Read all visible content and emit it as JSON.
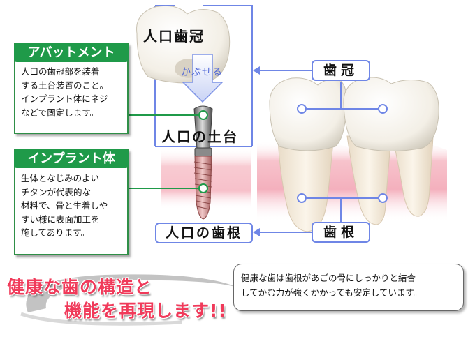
{
  "labels": {
    "artificial_crown": "人口歯冠",
    "kabuseru": "かぶせる",
    "artificial_abutment": "人口の土台",
    "artificial_root": "人口の歯根",
    "crown": "歯冠",
    "root": "歯根"
  },
  "abutment_box": {
    "title": "アバットメント",
    "lines": [
      "人口の歯冠部を装着",
      "する土台装置のこと。",
      "インプラント体にネジ",
      "などで固定します。"
    ]
  },
  "implant_box": {
    "title": "インプラント体",
    "lines": [
      "生体となじみのよい",
      "チタンが代表的な",
      "材料で、骨と生着しや",
      "すい様に表面加工を",
      "施してあります。"
    ]
  },
  "info": {
    "lines": [
      "健康な歯は歯根があごの骨にしっかりと結合",
      "してかむ力が強くかかっても安定しています。"
    ]
  },
  "slogan": {
    "line1": "健康な歯の構造と",
    "line2": "機能を再現します!!"
  },
  "colors": {
    "label_border": "#6f86e6",
    "callout_green": "#1f9a49",
    "slogan_pink": "#f03a5a",
    "gum_pink": "#f6b8c2"
  }
}
